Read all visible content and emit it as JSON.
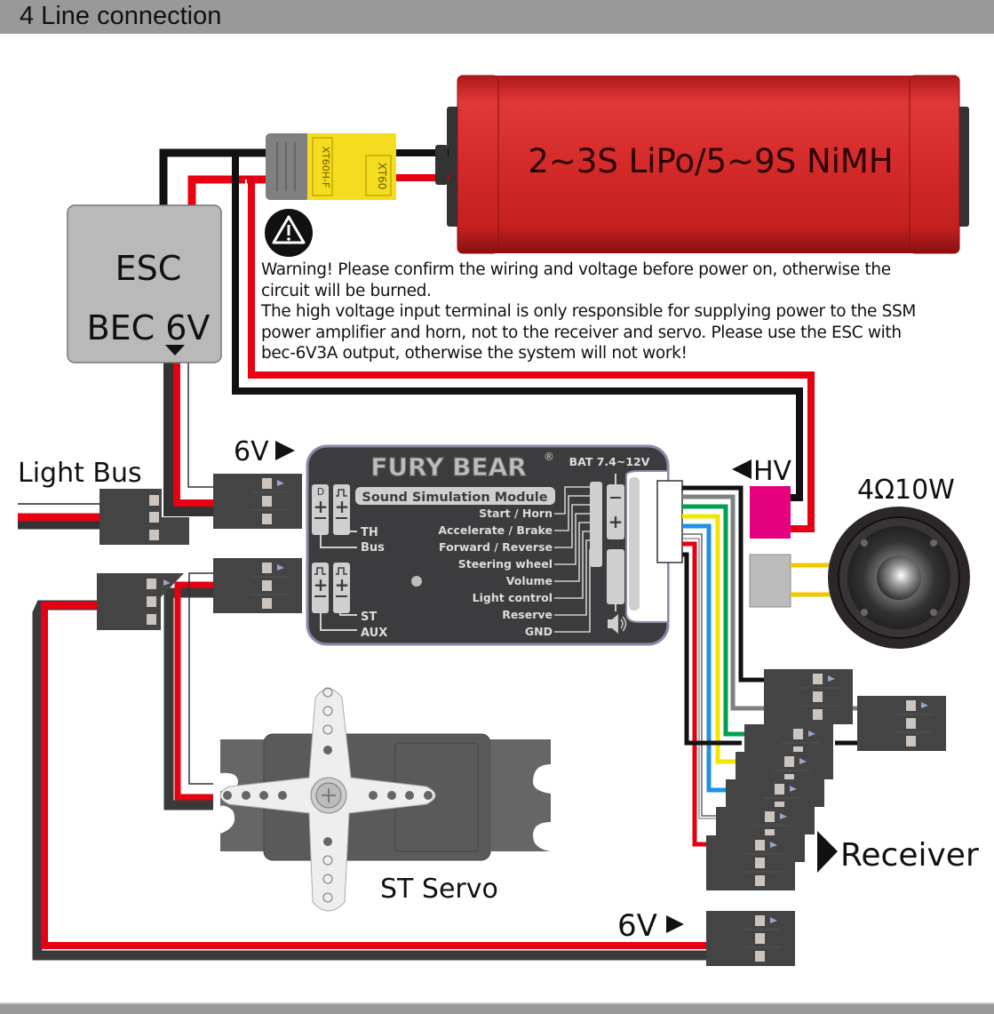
{
  "header": {
    "title": "4 Line connection"
  },
  "battery": {
    "label": "2~3S LiPo/5~9S NiMH",
    "color": "#d42a2a"
  },
  "connector": {
    "female_label": "XT60H-F",
    "male_label": "XT60"
  },
  "warning": {
    "icon": "warning-triangle-icon",
    "lines": [
      "Warning! Please confirm the wiring and voltage before power on, otherwise the",
      "circuit will be burned.",
      "The high voltage input terminal is only responsible for supplying power to the SSM",
      "power amplifier and horn, not to the receiver and servo. Please use the ESC with",
      "bec-6V3A output, otherwise the system will not work!"
    ]
  },
  "esc": {
    "title": "ESC",
    "subtitle": "BEC 6V"
  },
  "labels": {
    "light_bus": "Light Bus",
    "six_v_top": "6V",
    "six_v_bottom": "6V",
    "hv": "HV",
    "speaker_spec": "4Ω10W",
    "receiver": "Receiver",
    "st_servo": "ST Servo"
  },
  "module": {
    "brand": "FURY BEAR",
    "registered": "®",
    "name": "Sound Simulation Module",
    "battery_range": "BAT 7.4~12V",
    "left_ports": [
      {
        "top": "D",
        "label": "TH"
      },
      {
        "top": "⎍",
        "label": "Bus"
      },
      {
        "top": "⎍",
        "label": "ST"
      },
      {
        "top": "⎍",
        "label": "AUX"
      }
    ],
    "port_labels": [
      "TH",
      "Bus",
      "ST",
      "AUX"
    ],
    "signals": [
      "Start / Horn",
      "Accelerate / Brake",
      "Forward / Reverse",
      "Steering wheel",
      "Volume",
      "Light control",
      "Reserve",
      "GND"
    ],
    "plus": "+",
    "minus": "−"
  },
  "wire_colors": {
    "red": "#e60012",
    "black": "#111111",
    "dark": "#3a3a3a",
    "gray": "#808080",
    "green": "#00a050",
    "yellow": "#f5e600",
    "blue": "#1e90e6",
    "white": "#ffffff",
    "magenta": "#e4007f",
    "speaker_wire": "#f0c800"
  }
}
